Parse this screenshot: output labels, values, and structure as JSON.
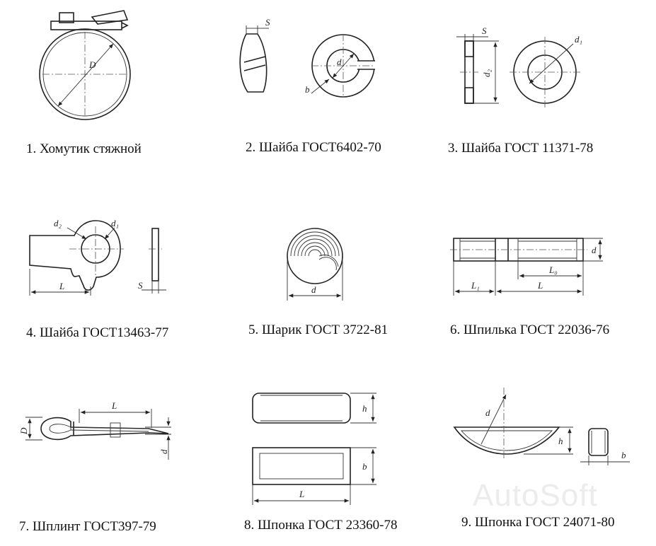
{
  "captions": {
    "item1": "1. Хомутик стяжной",
    "item2": "2. Шайба ГОСТ6402-70",
    "item3": "3. Шайба ГОСТ 11371-78",
    "item4": "4. Шайба ГОСТ13463-77",
    "item5": "5. Шарик ГОСТ 3722-81",
    "item6": "6. Шпилька ГОСТ 22036-76",
    "item7": "7. Шплинт ГОСТ397-79",
    "item8": "8. Шпонка ГОСТ 23360-78",
    "item9": "9. Шпонка ГОСТ 24071-80"
  },
  "dims": {
    "D": "D",
    "S": "S",
    "d": "d",
    "b": "b",
    "d1": "d₁",
    "d2": "d₂",
    "L": "L",
    "L0": "L₀",
    "L1": "L₁",
    "h": "h"
  },
  "watermark": "AutoSoft"
}
